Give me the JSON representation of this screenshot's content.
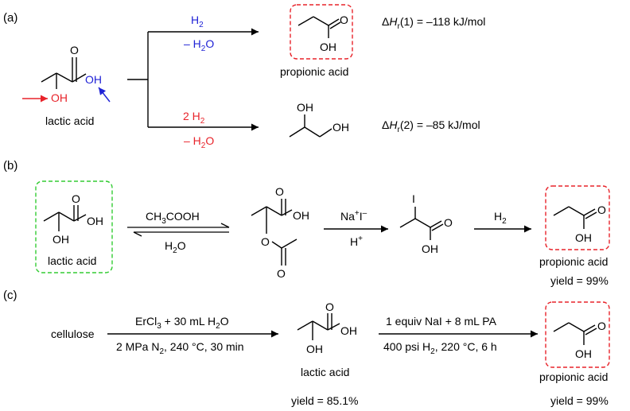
{
  "panel_a": {
    "label": "(a)",
    "lactic_acid": {
      "name": "lactic acid",
      "oh_left": "OH",
      "oh_right": "OH",
      "carbonyl_o": "O"
    },
    "route1": {
      "reagent_prefix": "H",
      "reagent_sub": "2",
      "byproduct_prefix": "– H",
      "byproduct_sub": "2",
      "byproduct_suffix": "O"
    },
    "route2": {
      "reagent_prefix": "2 H",
      "reagent_sub": "2",
      "byproduct_prefix": "– H",
      "byproduct_sub": "2",
      "byproduct_suffix": "O"
    },
    "product1": {
      "name": "propionic acid",
      "carbonyl_o": "O",
      "oh": "OH"
    },
    "product2": {
      "oh_top": "OH",
      "oh_right": "OH"
    },
    "enthalpy1": {
      "delta": "Δ",
      "symbol": "H",
      "sub": "r",
      "text": "(1) = –118 kJ/mol"
    },
    "enthalpy2": {
      "delta": "Δ",
      "symbol": "H",
      "sub": "r",
      "text": "(2) = –85 kJ/mol"
    }
  },
  "panel_b": {
    "label": "(b)",
    "start": {
      "name": "lactic acid",
      "carbonyl_o": "O",
      "oh_right": "OH",
      "oh_bottom": "OH"
    },
    "step1": {
      "forward_prefix": "CH",
      "forward_sub": "3",
      "forward_suffix": "COOH",
      "reverse_prefix": "H",
      "reverse_sub": "2",
      "reverse_suffix": "O"
    },
    "acetoxy": {
      "carbonyl_o": "O",
      "oh": "OH",
      "ester_o": "O",
      "acetyl_o": "O"
    },
    "step2": {
      "reagent_a": "Na",
      "reagent_a_sup": "+",
      "reagent_b": "I",
      "reagent_b_sup": "–",
      "acid": "H",
      "acid_sup": "+"
    },
    "iodo": {
      "iodine": "I",
      "carbonyl_o": "O",
      "oh": "OH"
    },
    "step3": {
      "reagent_prefix": "H",
      "reagent_sub": "2"
    },
    "product": {
      "name": "propionic acid",
      "carbonyl_o": "O",
      "oh": "OH",
      "yield": "yield = 99%"
    }
  },
  "panel_c": {
    "label": "(c)",
    "start": "cellulose",
    "step1": {
      "top_prefix": "ErCl",
      "top_sub": "3",
      "top_mid": " + 30 mL H",
      "top_sub2": "2",
      "top_suffix": "O",
      "bottom_prefix": "2 MPa N",
      "bottom_sub": "2",
      "bottom_suffix": ", 240 °C, 30 min"
    },
    "intermediate": {
      "name": "lactic acid",
      "carbonyl_o": "O",
      "oh_right": "OH",
      "oh_bottom": "OH",
      "yield": "yield = 85.1%"
    },
    "step2": {
      "top": "1 equiv NaI + 8 mL PA",
      "bottom_prefix": "400 psi H",
      "bottom_sub": "2",
      "bottom_suffix": ", 220 °C, 6 h"
    },
    "product": {
      "name": "propionic acid",
      "carbonyl_o": "O",
      "oh": "OH",
      "yield": "yield = 99%"
    }
  },
  "colors": {
    "ink": "#000000",
    "red": "#e8232a",
    "blue": "#1f22d6",
    "green_box": "#33cc33",
    "red_box": "#e8232a"
  }
}
